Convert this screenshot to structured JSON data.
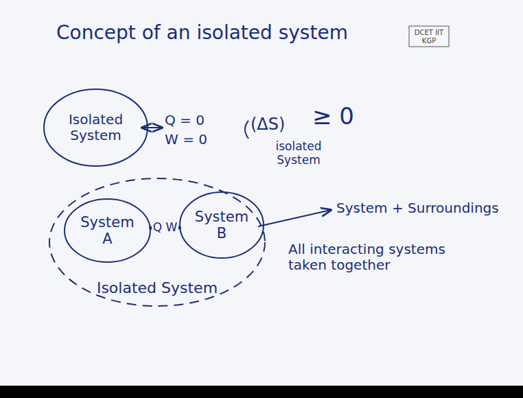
{
  "diagram": {
    "title": "Concept of an isolated system",
    "nodes": [
      {
        "text": [
          "Isolated System"
        ]
      },
      {
        "text": [
          "Isolated System"
        ]
      },
      {
        "text": [
          "System A"
        ],
        "in": 1
      },
      {
        "text": [
          "System B"
        ],
        "in": 1
      }
    ],
    "edges": [
      {
        "from": 2,
        "to": 3,
        "arrow": "both",
        "label": "Q W"
      }
    ],
    "labels": [
      "DCET IIT KGP",
      "Q = 0",
      "W = 0",
      "(ΔS)",
      "≥ 0",
      "isolated System",
      "System + Surroundings",
      "All interacting systems taken together"
    ]
  }
}
